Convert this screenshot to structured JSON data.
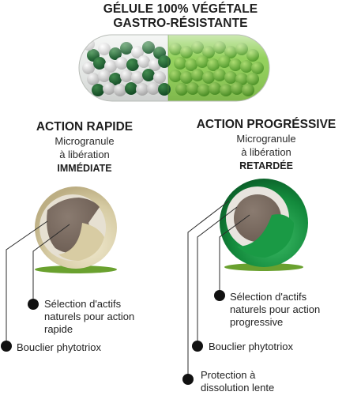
{
  "capsule": {
    "title_line1": "GÉLULE 100% VÉGÉTALE",
    "title_line2": "GASTRO-RÉSISTANTE"
  },
  "left": {
    "heading": "ACTION RAPIDE",
    "line1": "Microgranule",
    "line2": "à libération",
    "line3": "IMMÉDIATE",
    "callout_selection": [
      "Sélection d'actifs",
      "naturels pour action",
      "rapide"
    ],
    "callout_shield": "Bouclier phytotriox"
  },
  "right": {
    "heading": "ACTION PROGRÉSSIVE",
    "line1": "Microgranule",
    "line2": "à libération",
    "line3": "RETARDÉE",
    "callout_selection": [
      "Sélection d'actifs",
      "naturels pour action",
      "progressive"
    ],
    "callout_shield": "Bouclier phytotriox",
    "callout_protection": [
      "Protection à",
      "dissolution lente"
    ]
  },
  "colors": {
    "green_dark": "#1f8a3c",
    "green_light": "#7cc242",
    "core_brown": "#7d6d62",
    "beige": "#d9cfa8",
    "shadow_green": "#6aa12f"
  }
}
